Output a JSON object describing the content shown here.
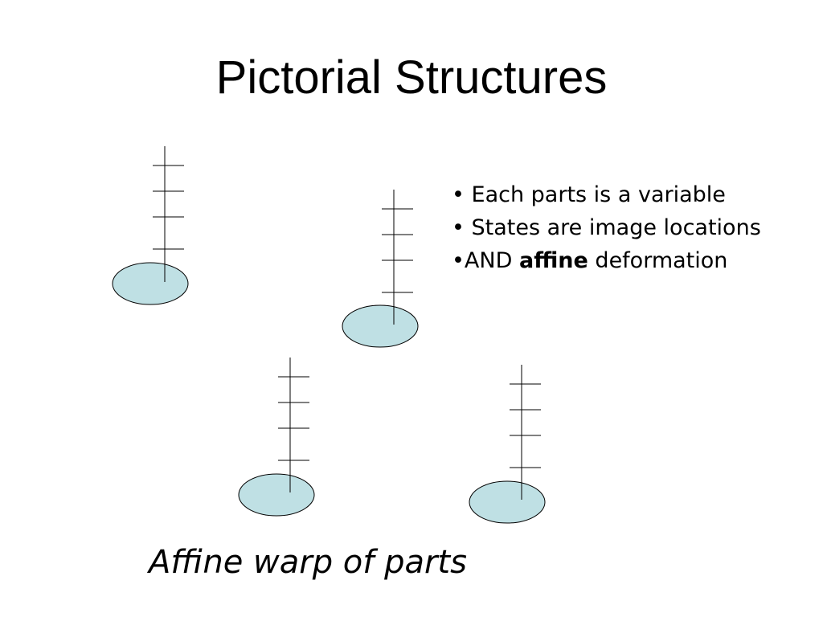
{
  "slide": {
    "title": "Pictorial Structures",
    "bullets": [
      {
        "prefix": "• ",
        "text": "Each parts is a variable"
      },
      {
        "prefix": "• ",
        "text": "States are image locations"
      },
      {
        "prefix": "•AND ",
        "bold": "affine",
        "suffix": " deformation"
      }
    ],
    "caption": "Affine warp of parts"
  },
  "figure": {
    "part_count": 4,
    "rungs_per_part": 4,
    "colors": {
      "head_fill": "#bfe0e4",
      "stroke": "#000000"
    }
  }
}
